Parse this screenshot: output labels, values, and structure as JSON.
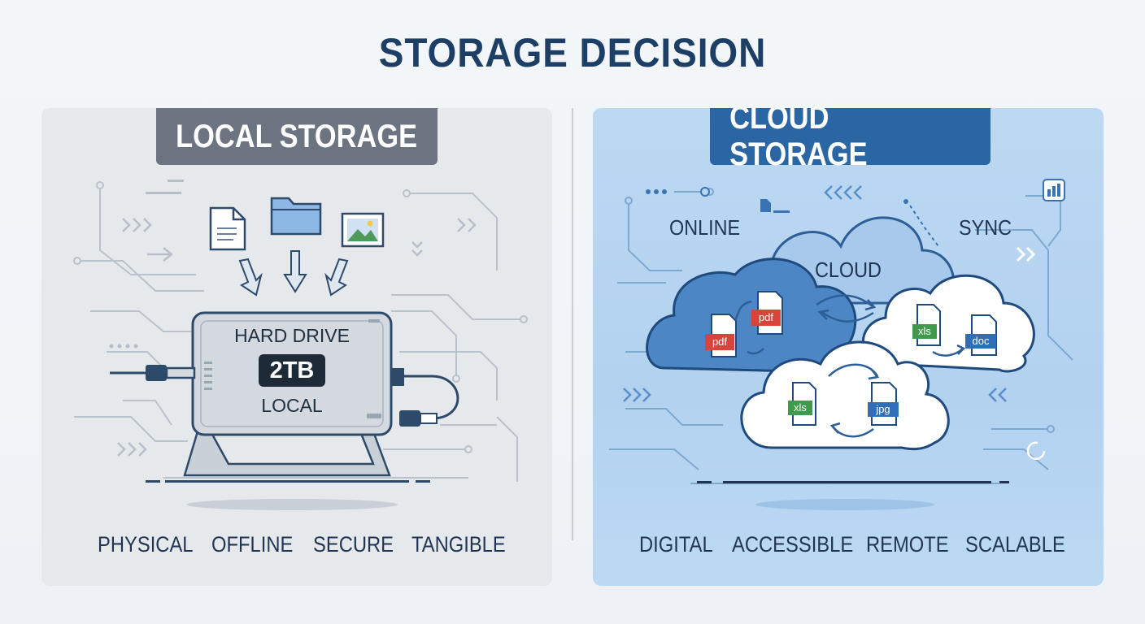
{
  "title": "STORAGE DECISION",
  "local": {
    "header": "LOCAL STORAGE",
    "drive": {
      "line1": "HARD DRIVE",
      "capacity": "2TB",
      "line2": "LOCAL"
    },
    "features": [
      "PHYSICAL",
      "OFFLINE",
      "SECURE",
      "TANGIBLE"
    ],
    "colors": {
      "panel": "#e6e9ec",
      "header": "#6b7480",
      "drive": "#d4d9df"
    }
  },
  "cloud": {
    "header": "CLOUD STORAGE",
    "labels": {
      "online": "ONLINE",
      "sync": "SYNC",
      "cloud": "CLOUD"
    },
    "files": [
      "pdf",
      "pdf",
      "xls",
      "doc",
      "xls",
      "jpg"
    ],
    "features": [
      "DIGITAL",
      "ACCESSIBLE",
      "REMOTE",
      "SCALABLE"
    ],
    "colors": {
      "panel": "#b8d5f1",
      "header": "#2a66a3",
      "cloud_dark": "#4d86c4"
    }
  }
}
